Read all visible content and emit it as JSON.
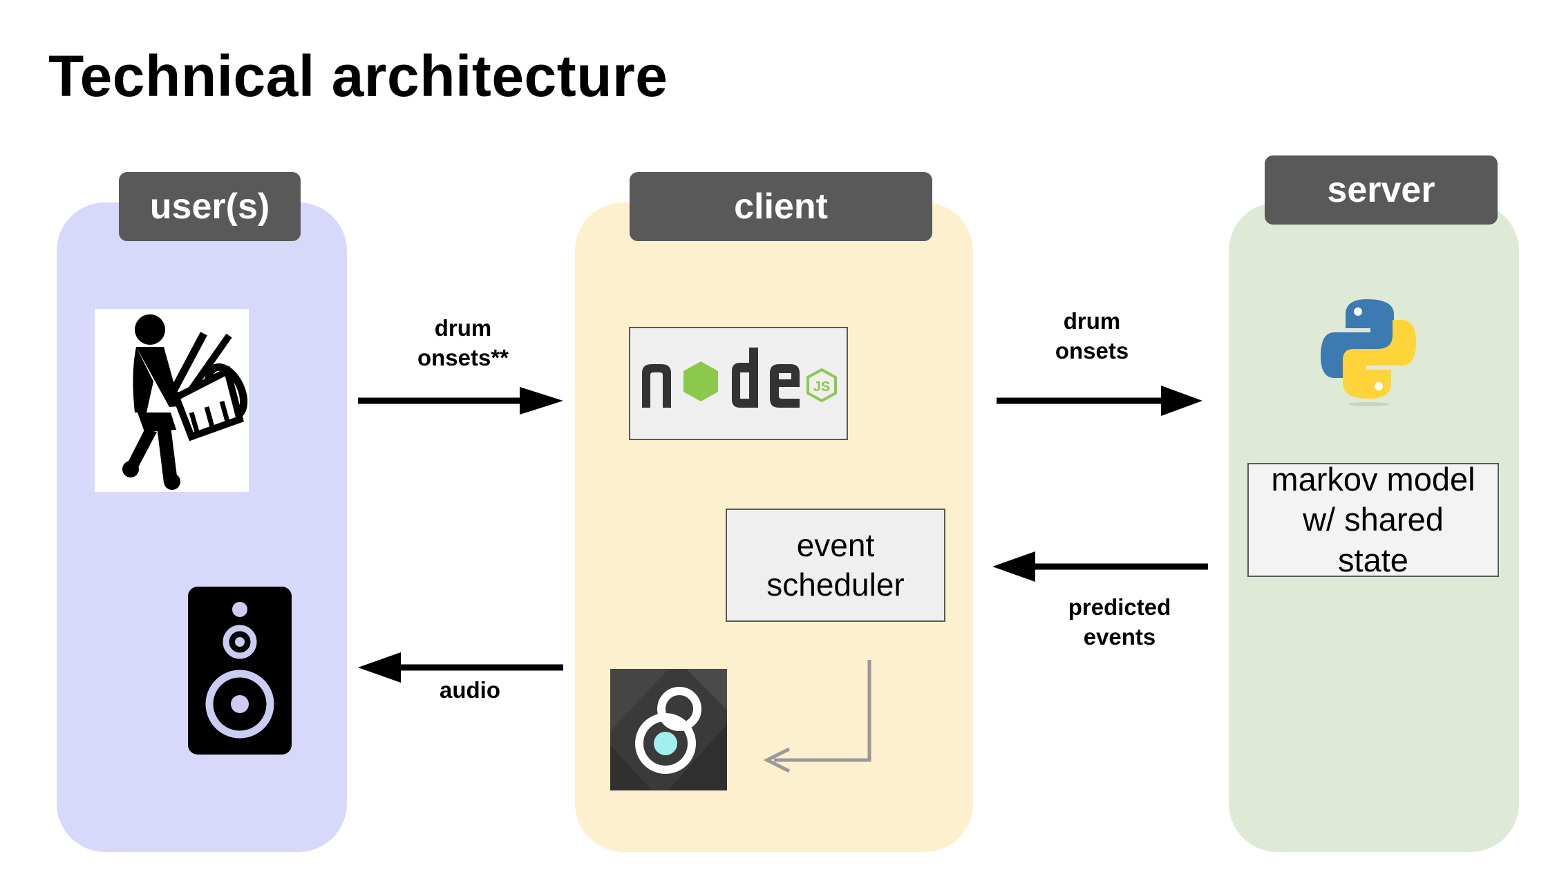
{
  "slide": {
    "title": "Technical architecture"
  },
  "columns": {
    "users": {
      "label": "user(s)",
      "color": "#d8d8fa"
    },
    "client": {
      "label": "client",
      "color": "#fcf0cf"
    },
    "server": {
      "label": "server",
      "color": "#deead5"
    },
    "header_color": "#595959"
  },
  "client_boxes": {
    "nodejs": {
      "logo_text": "node",
      "logo_badge": "JS",
      "icon": "nodejs-logo-icon"
    },
    "scheduler": {
      "line1": "event",
      "line2": "scheduler"
    },
    "tone": {
      "icon": "tone-js-logo-icon"
    }
  },
  "server_boxes": {
    "python": {
      "icon": "python-logo-icon"
    },
    "markov": {
      "line1": "markov model",
      "line2": "w/ shared",
      "line3": "state"
    }
  },
  "user_icons": {
    "drummer": "drummer-icon",
    "speaker": "speaker-icon"
  },
  "arrows": {
    "users_to_client": {
      "line1": "drum",
      "line2": "onsets**"
    },
    "client_to_server": {
      "line1": "drum",
      "line2": "onsets"
    },
    "server_to_client": {
      "line1": "predicted",
      "line2": "events"
    },
    "client_to_users": {
      "label": "audio"
    }
  },
  "colors": {
    "node_green": "#8cc84b",
    "node_dark": "#333333",
    "python_blue": "#3d7ab2",
    "python_yellow": "#ffd43b",
    "tone_cyan": "#a0f0f0",
    "internal_arrow": "#999999"
  }
}
